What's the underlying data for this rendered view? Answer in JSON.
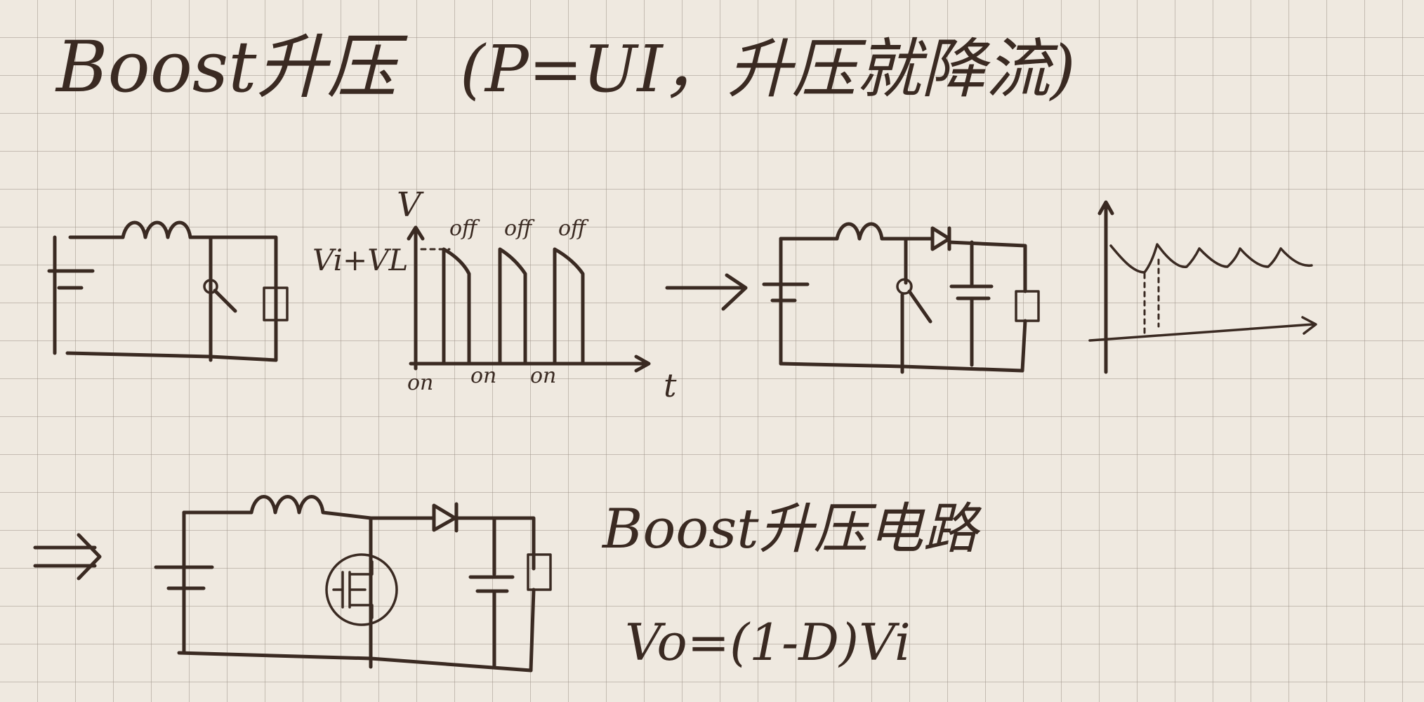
{
  "title": {
    "main": "Boost升压",
    "note": "(P=UI，升压就降流)"
  },
  "waveform": {
    "y_label": "V",
    "level_label": "Vi+VL",
    "x_label": "t",
    "off_labels": [
      "off",
      "off",
      "off"
    ],
    "on_labels": [
      "on",
      "on",
      "on"
    ]
  },
  "circuit_name": "Boost升压电路",
  "formula": "Vo=(1-D)Vi"
}
